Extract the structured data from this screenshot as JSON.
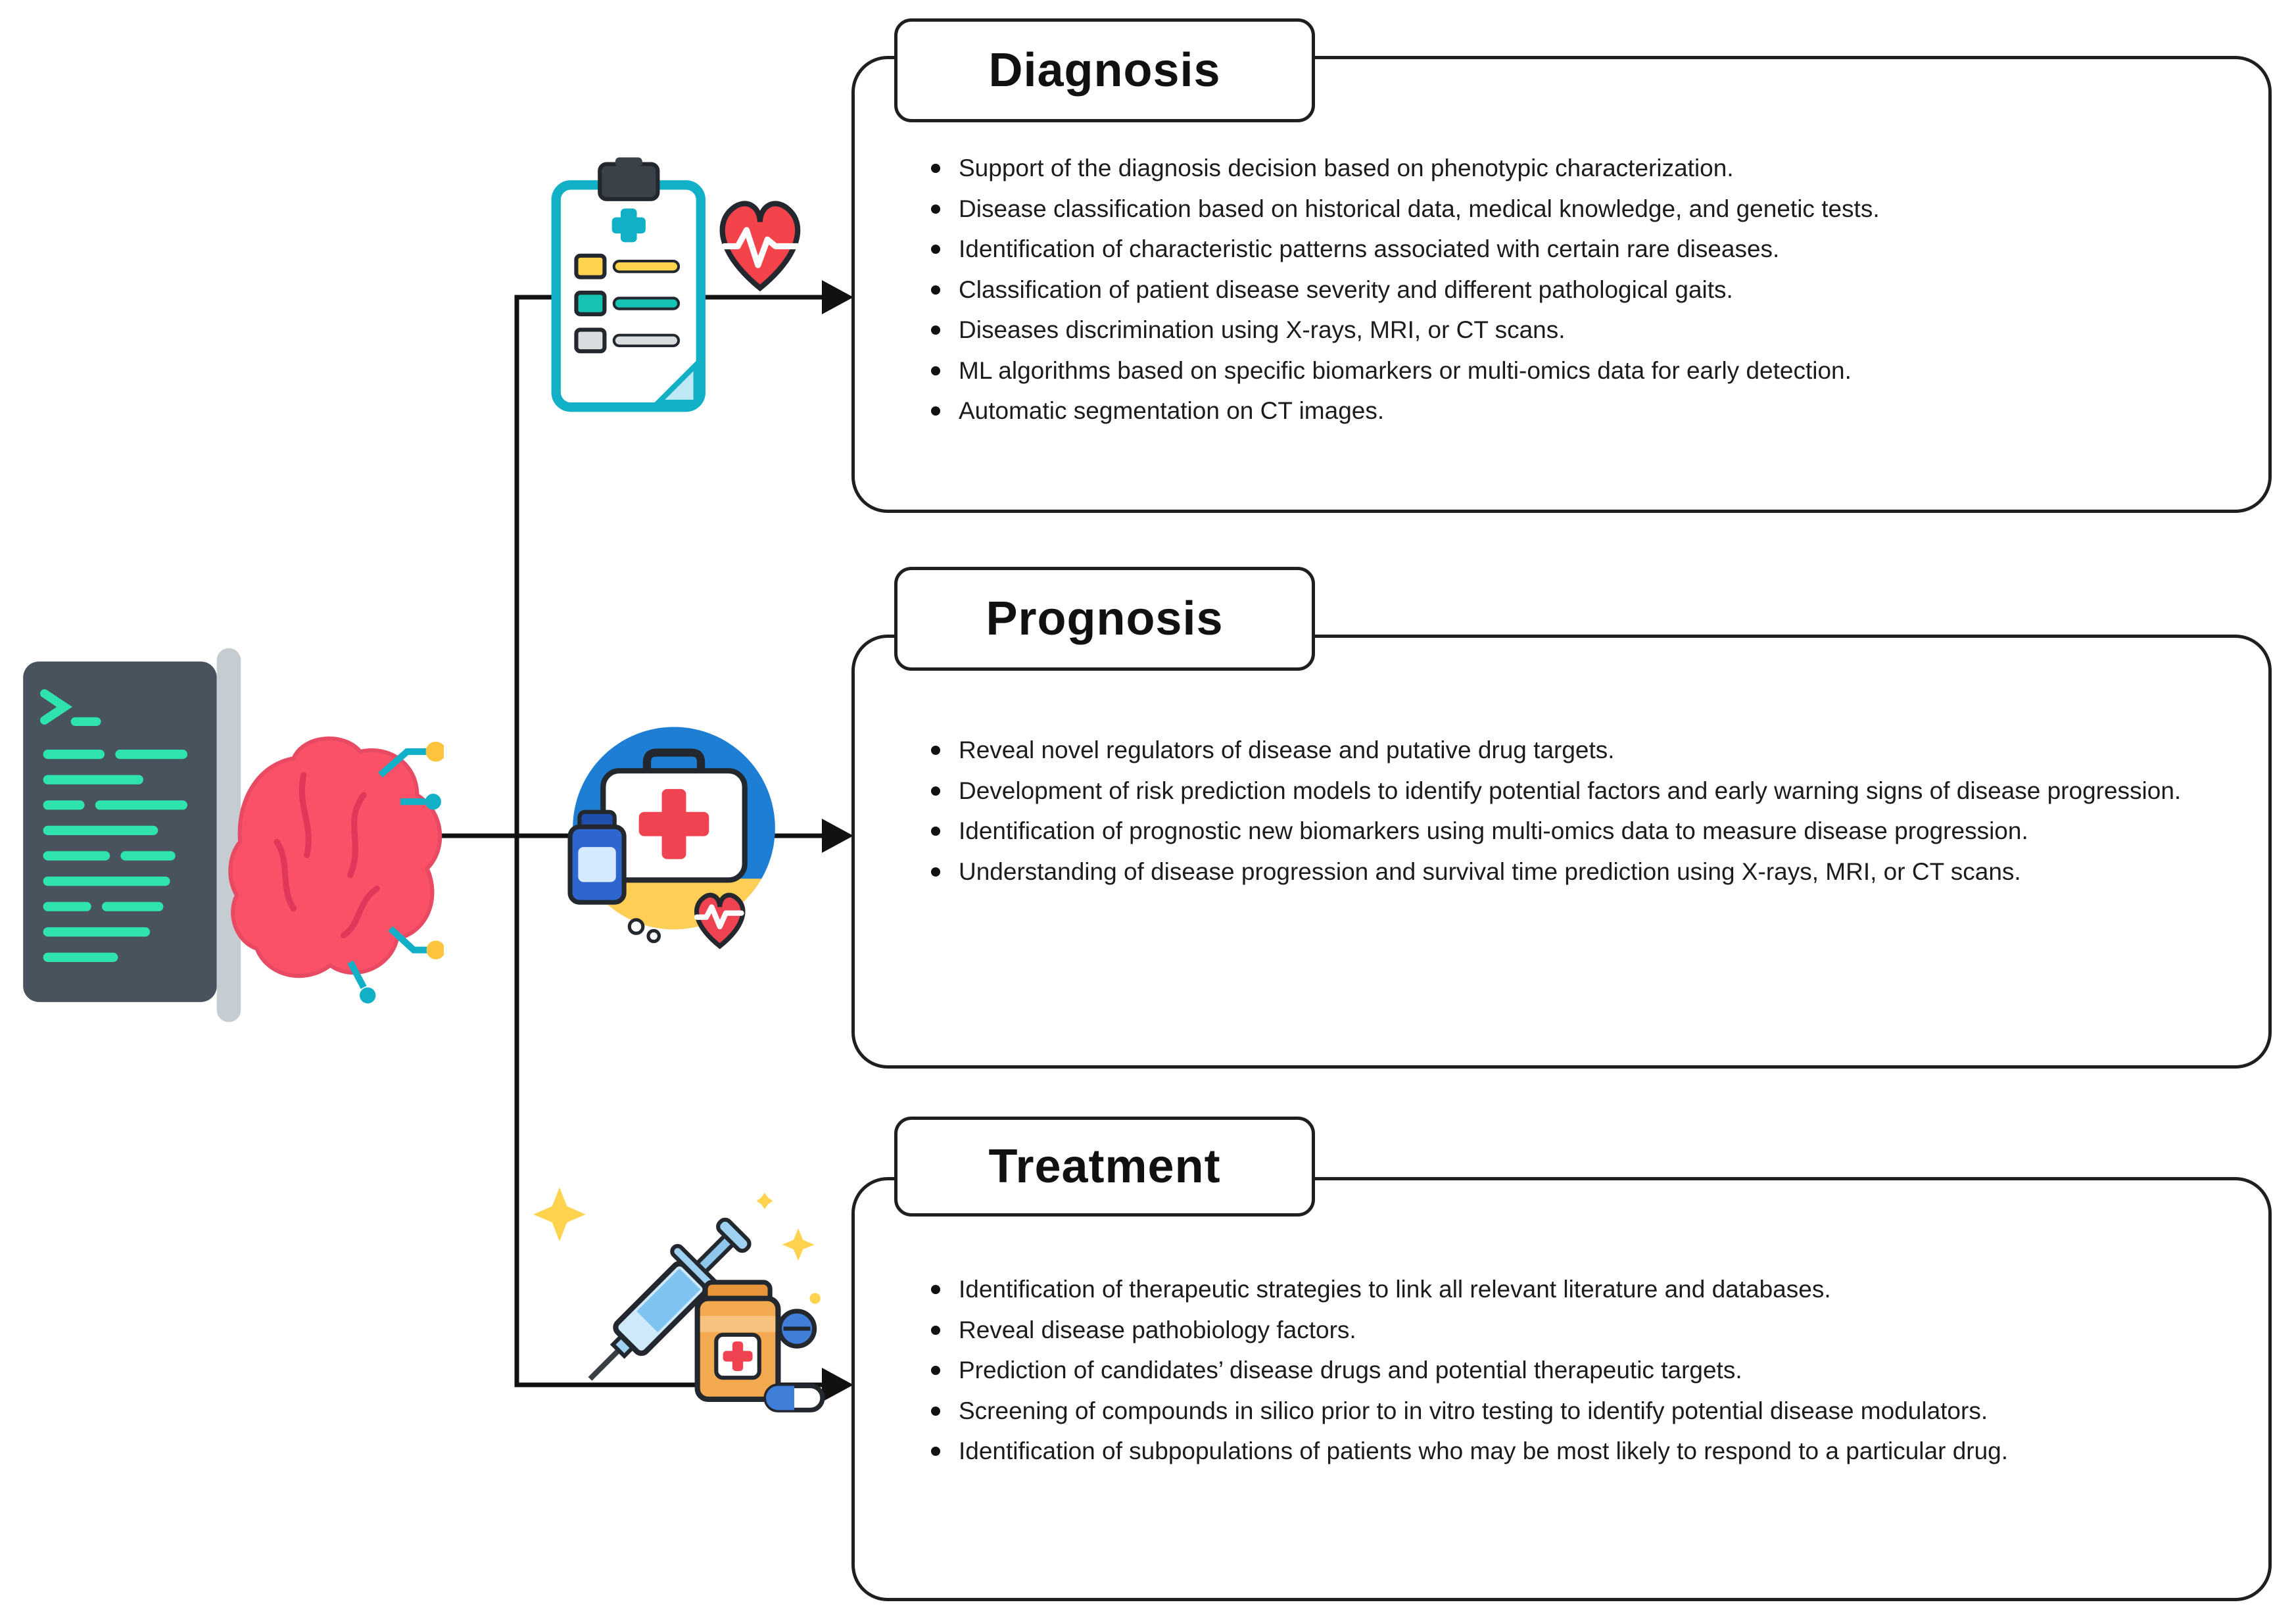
{
  "sections": {
    "diagnosis": {
      "title": "Diagnosis",
      "bullets": [
        "Support of the diagnosis decision based on phenotypic characterization.",
        "Disease classification based on historical data, medical knowledge, and genetic tests.",
        "Identification of characteristic patterns associated with certain rare diseases.",
        "Classification of patient disease severity and different pathological gaits.",
        "Diseases discrimination using X-rays, MRI, or CT scans.",
        "ML algorithms based on specific biomarkers or multi-omics data for early detection.",
        "Automatic segmentation on CT images."
      ]
    },
    "prognosis": {
      "title": "Prognosis",
      "bullets": [
        "Reveal novel regulators of disease and putative drug targets.",
        "Development of risk prediction models to identify potential factors and early warning signs of disease progression.",
        "Identification of prognostic new biomarkers using multi-omics data to measure disease progression.",
        "Understanding of disease progression and survival time prediction using X-rays, MRI, or CT scans."
      ]
    },
    "treatment": {
      "title": "Treatment",
      "bullets": [
        "Identification of therapeutic strategies to link all relevant literature and databases.",
        "Reveal disease pathobiology factors.",
        "Prediction of candidates’ disease drugs and potential therapeutic targets.",
        "Screening of compounds in silico prior to in vitro testing to identify potential disease modulators.",
        "Identification of subpopulations of patients who may be most likely to respond to a particular drug."
      ]
    }
  },
  "icons": {
    "left": "ai-brain-code-icon",
    "diagnosis": "clipboard-heart-icon",
    "prognosis": "first-aid-kit-icon",
    "treatment": "syringe-pills-icon"
  },
  "colors": {
    "outline": "#1f1f1f",
    "teal": "#12b0c6",
    "green_code": "#2fe3ae",
    "brain_pink": "#fb5168",
    "heart_red": "#ef4352",
    "blue": "#1d7ed3",
    "yellow": "#ffd34d",
    "orange": "#f2a950",
    "slate": "#49535e"
  }
}
